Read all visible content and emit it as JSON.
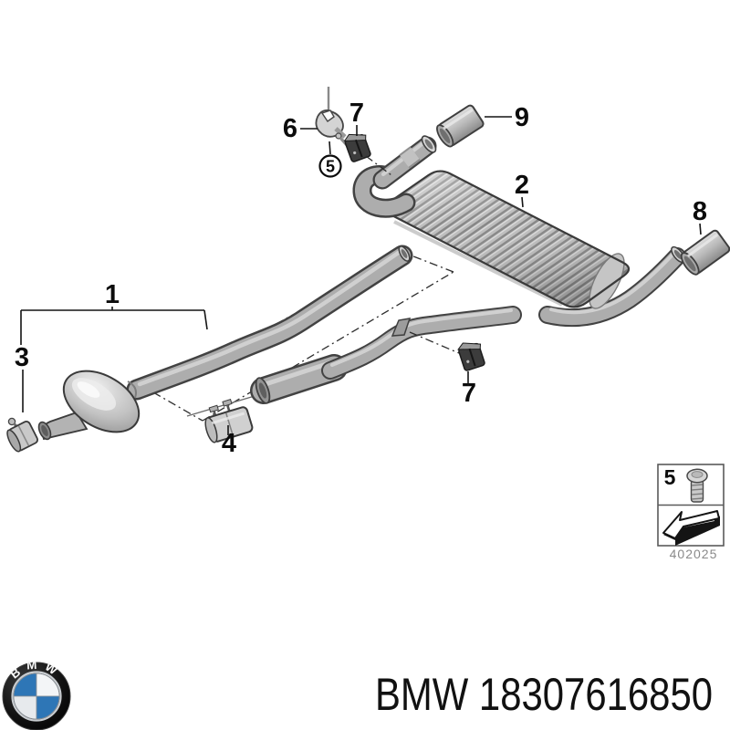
{
  "callouts": {
    "part1": "1",
    "part2": "2",
    "part3": "3",
    "part4": "4",
    "part5": "5",
    "part6": "6",
    "part7_top": "7",
    "part7_bottom": "7",
    "part8": "8",
    "part9": "9"
  },
  "legend": {
    "number": "5",
    "code": "402025"
  },
  "footer": {
    "part_text": "BMW 18307616850",
    "logo_text": "BMW"
  },
  "colors": {
    "roundel_blue": "#2e76b6",
    "line": "#141414",
    "metal_light": "#c6c6c6",
    "metal_dark": "#3d3d3d"
  }
}
